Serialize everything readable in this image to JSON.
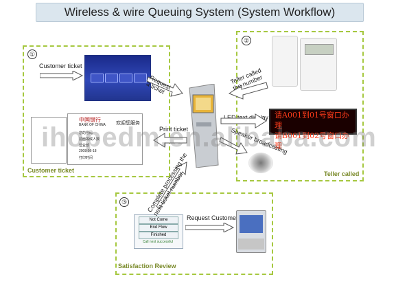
{
  "title": "Wireless & wire Queuing System (System Workflow)",
  "panels": {
    "customer_ticket": {
      "number": "①",
      "caption": "Customer ticket",
      "screen_label": "Customer ticket"
    },
    "teller_called": {
      "number": "②",
      "caption": "Teller called",
      "led_label": "LED text display"
    },
    "satisfaction": {
      "number": "③",
      "caption": "Satisfaction Review",
      "request_label": "Request Customer"
    }
  },
  "arrows": {
    "request_ticket": "Request a ticket",
    "print_ticket": "Print ticket",
    "teller_called_number": "Teller called the number",
    "speaker_broadcasting": "Speaker broadcasting",
    "complete": "Complete processing the next ticket number"
  },
  "led_lines": [
    "请A001到01号窗口办理",
    "请B001到02号窗口办理"
  ],
  "ticket": {
    "bank_cn": "中国银行",
    "bank_en": "BANK OF CHINA",
    "service": "欢迎您服务",
    "lines": [
      "您的号码",
      "前面等候人数",
      "营业部",
      "2008-06-18",
      "打印时间"
    ]
  },
  "review_buttons": [
    "Not Come",
    "End Flow",
    "Finished"
  ],
  "review_status": "Call next successful",
  "watermark": "ihopedm.en.alibaba.com"
}
